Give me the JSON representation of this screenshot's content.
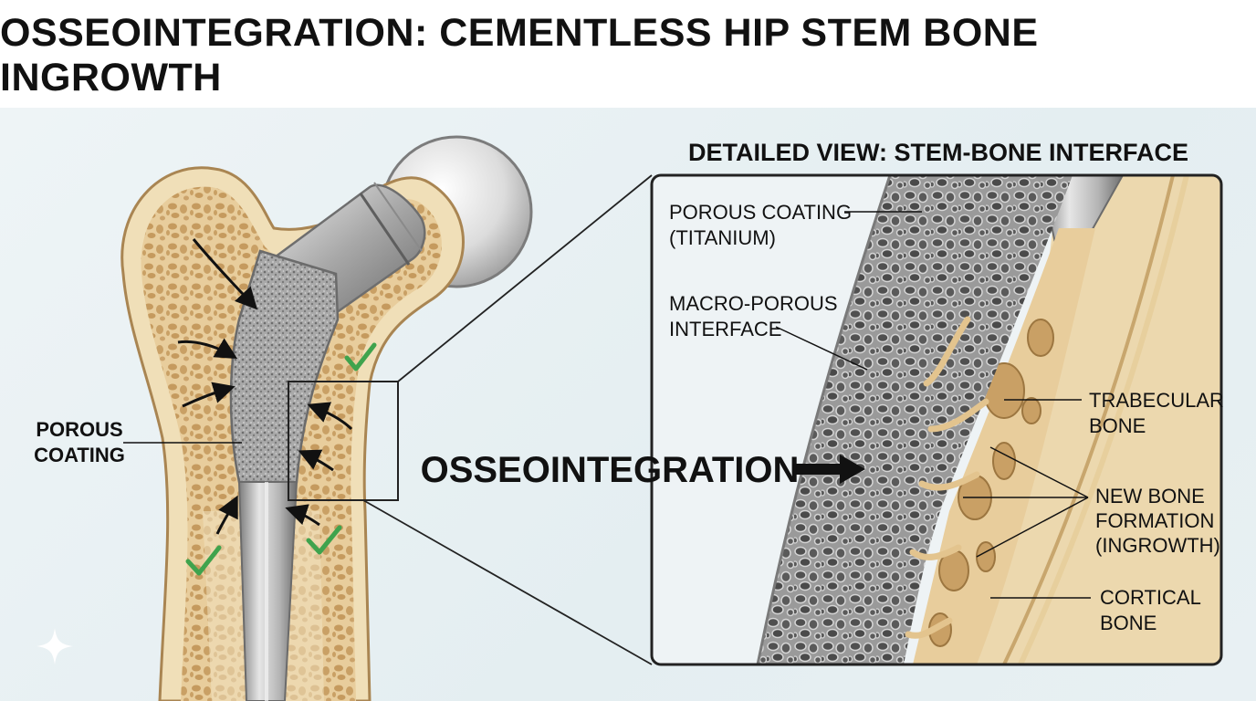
{
  "title": "OSSEOINTEGRATION: CEMENTLESS HIP STEM BONE INGROWTH",
  "detail_heading": "DETAILED VIEW: STEM-BONE INTERFACE",
  "left_label": {
    "line1": "POROUS",
    "line2": "COATING"
  },
  "center_label": "OSSEOINTEGRATION",
  "inset_labels": {
    "porous_coating": {
      "line1": "POROUS COATING",
      "line2": "(TITANIUM)"
    },
    "macro_porous": {
      "line1": "MACRO-POROUS",
      "line2": "INTERFACE"
    },
    "trabecular": {
      "line1": "TRABECULAR",
      "line2": "BONE"
    },
    "new_bone": {
      "line1": "NEW BONE",
      "line2": "FORMATION",
      "line3": "(INGROWTH)"
    },
    "cortical": {
      "line1": "CORTICAL",
      "line2": "BONE"
    }
  },
  "colors": {
    "bone_cortical": "#ecd9b0",
    "bone_outline": "#b08a55",
    "trabecular_fill": "#e2c594",
    "pore": "#c9a26a",
    "metal_light": "#d8d8d8",
    "metal_dark": "#8c8c8c",
    "check_green": "#3fa34d",
    "background": "#e8f0f3"
  }
}
